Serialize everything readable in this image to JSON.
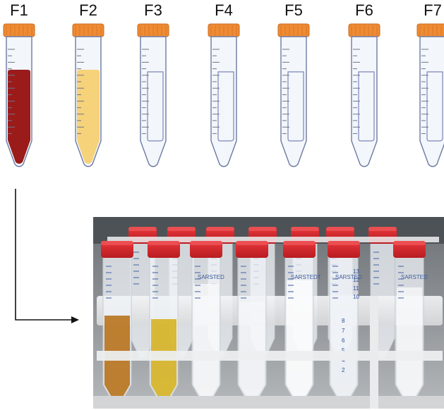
{
  "tubes": [
    {
      "label": "F1",
      "fill": "#9b1b1b",
      "level": 0.8
    },
    {
      "label": "F2",
      "fill": "#f6d27a",
      "level": 0.8
    },
    {
      "label": "F3",
      "fill": null,
      "level": 0.8
    },
    {
      "label": "F4",
      "fill": null,
      "level": 0.8
    },
    {
      "label": "F5",
      "fill": null,
      "level": 0.8
    },
    {
      "label": "F6",
      "fill": null,
      "level": 0.8
    },
    {
      "label": "F7",
      "fill": null,
      "level": 0.8
    }
  ],
  "colors": {
    "cap": "#ef8b33",
    "tube_outline": "#6c7aa2",
    "tube_body": "#f3f6fb",
    "liquid_outline": "#7c86b8",
    "photo_cap": "#d9262b"
  },
  "photo": {
    "brand_text": [
      "SARSTED",
      "SARSTEDT",
      "SARSTED",
      "SARSTED"
    ],
    "scale_marks": [
      "13",
      "12",
      "11",
      "10",
      "8",
      "7",
      "6",
      "5",
      "4",
      "2"
    ]
  }
}
